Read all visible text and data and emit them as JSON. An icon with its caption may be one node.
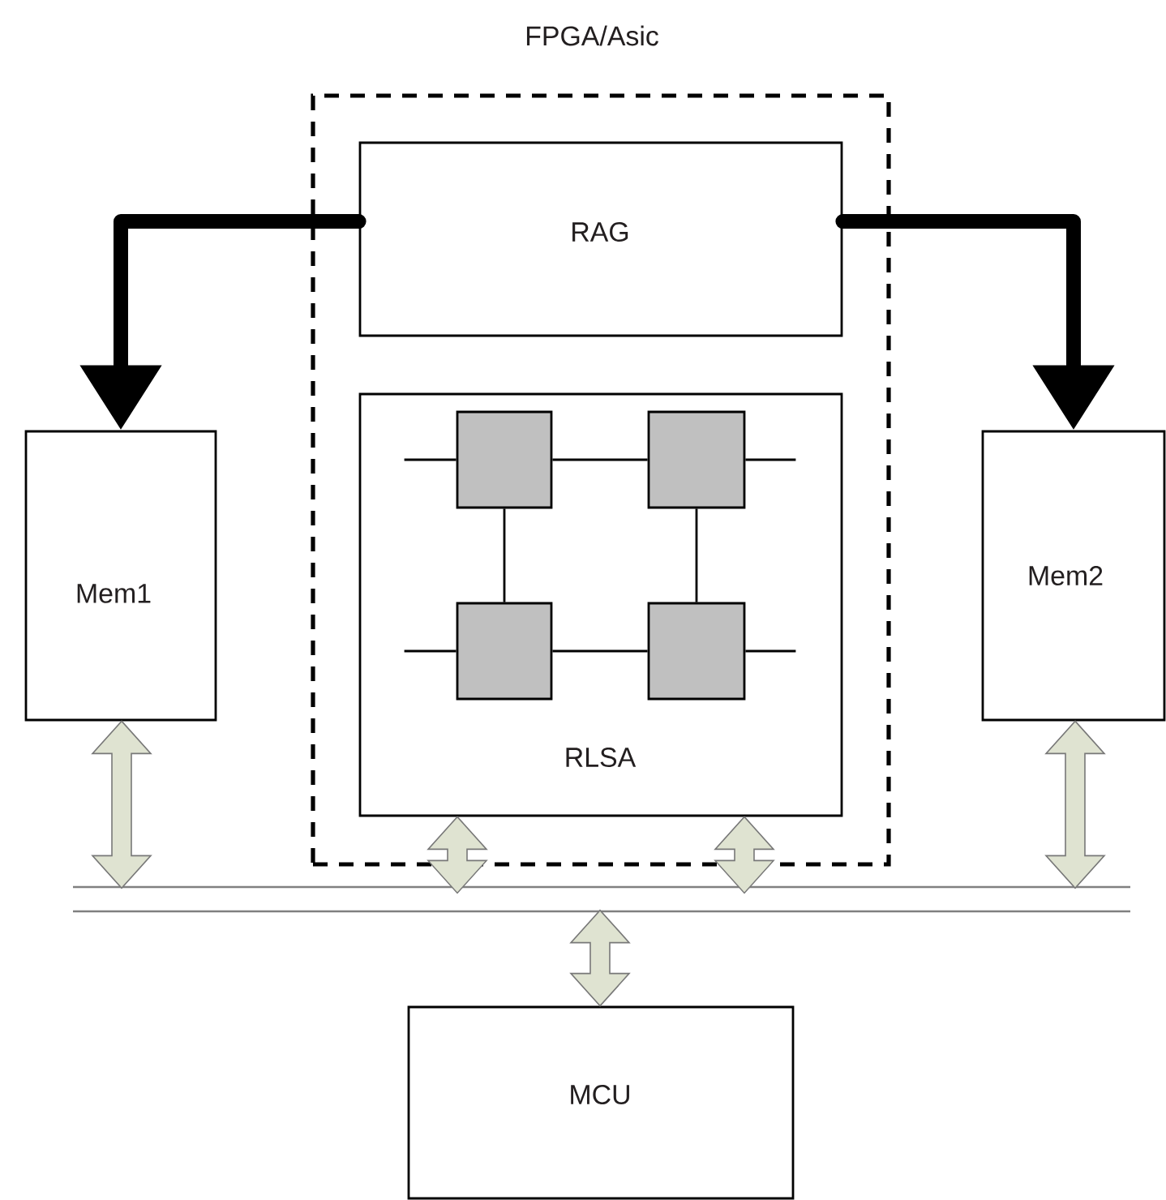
{
  "diagram": {
    "nodes": [
      {
        "text": [
          "FPGA/Asic"
        ]
      },
      {
        "text": [
          "RAG"
        ],
        "in": 0
      },
      {
        "text": [
          "RLSA"
        ],
        "in": 0
      },
      {
        "text": [],
        "shape": "box",
        "in": 2
      },
      {
        "text": [],
        "shape": "box",
        "in": 2
      },
      {
        "text": [],
        "shape": "box",
        "in": 2
      },
      {
        "text": [],
        "shape": "box",
        "in": 2
      },
      {
        "text": [
          "Mem1"
        ]
      },
      {
        "text": [
          "Mem2"
        ]
      },
      {
        "text": [],
        "shape": "bar"
      },
      {
        "text": [
          "MCU"
        ]
      }
    ],
    "edges": [
      {
        "from": 1,
        "to": 7,
        "arrow": "to",
        "style": "thick"
      },
      {
        "from": 1,
        "to": 8,
        "arrow": "to",
        "style": "thick"
      },
      {
        "from": 3,
        "to": 4,
        "arrow": "none"
      },
      {
        "from": 5,
        "to": 6,
        "arrow": "none"
      },
      {
        "from": 3,
        "to": 5,
        "arrow": "none"
      },
      {
        "from": 4,
        "to": 6,
        "arrow": "none"
      },
      {
        "from": 3,
        "to": null,
        "arrow": "none"
      },
      {
        "from": 4,
        "to": null,
        "arrow": "none"
      },
      {
        "from": 5,
        "to": null,
        "arrow": "none"
      },
      {
        "from": 6,
        "to": null,
        "arrow": "none"
      },
      {
        "from": 7,
        "to": 9,
        "arrow": "both",
        "color": "#dfe3d1"
      },
      {
        "from": 2,
        "to": 9,
        "arrow": "both",
        "color": "#dfe3d1"
      },
      {
        "from": 2,
        "to": 9,
        "arrow": "both",
        "color": "#dfe3d1"
      },
      {
        "from": 8,
        "to": 9,
        "arrow": "both",
        "color": "#dfe3d1"
      },
      {
        "from": 10,
        "to": 9,
        "arrow": "both",
        "color": "#dfe3d1"
      }
    ]
  }
}
